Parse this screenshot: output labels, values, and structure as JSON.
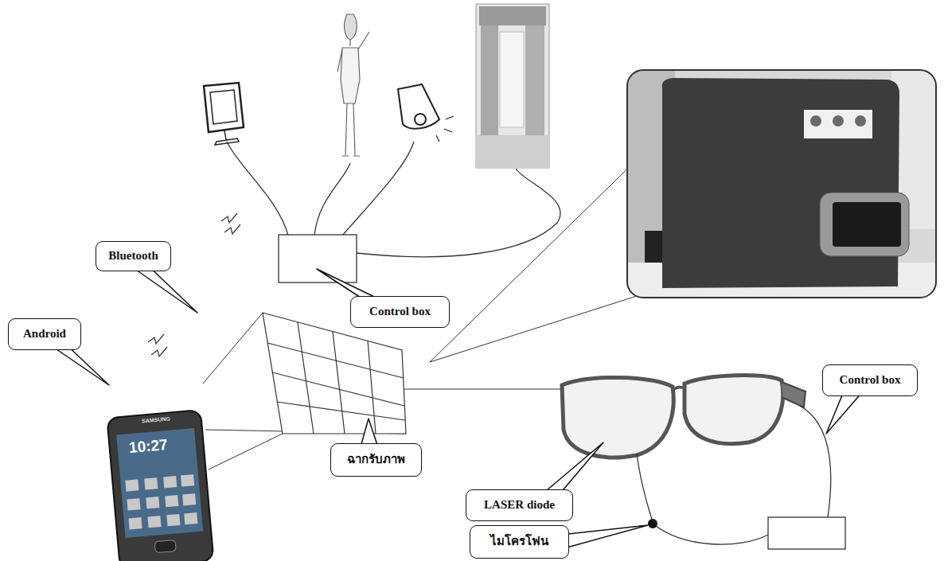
{
  "diagram": {
    "nodes": [
      {
        "text": [
          "Bluetooth"
        ]
      },
      {
        "text": [
          "Control box"
        ]
      },
      {
        "text": [
          "Android"
        ]
      },
      {
        "text": [
          "Control box"
        ]
      },
      {
        "text": [
          "ฉากรับภาพ"
        ]
      },
      {
        "text": [
          "LASER diode"
        ]
      },
      {
        "text": [
          "ไมโครโฟน"
        ]
      }
    ],
    "labels": [
      "SAMSUNG",
      "10:27"
    ]
  }
}
